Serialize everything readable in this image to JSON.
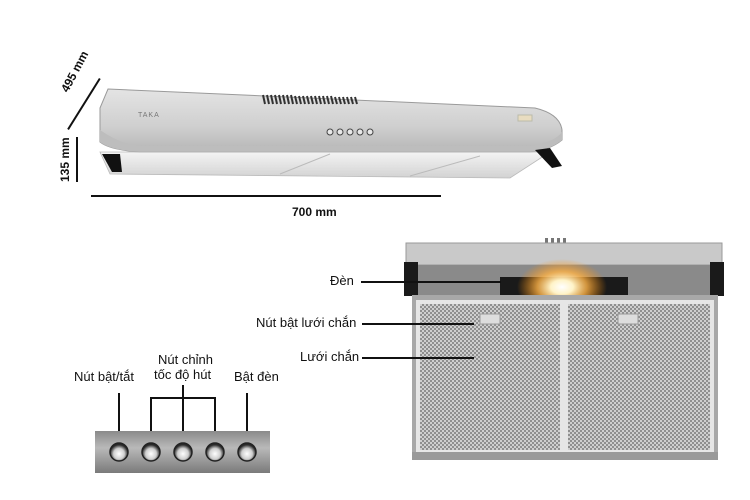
{
  "product": {
    "brand_mark": "TAKA"
  },
  "dimensions": {
    "width": "700 mm",
    "depth": "495 mm",
    "height": "135 mm"
  },
  "front_view_labels": {
    "light": "Đèn",
    "filter_release_button": "Nút bật lưới chắn",
    "filter": "Lưới chắn"
  },
  "control_panel_labels": {
    "power_button": "Nút bật/tắt",
    "speed_buttons_line1": "Nút chỉnh",
    "speed_buttons_line2": "tốc độ hút",
    "light_button": "Bật đèn"
  },
  "colors": {
    "steel_light": "#d9d9d9",
    "steel_dark": "#9a9a9a",
    "light_glow": "#ffb347",
    "text": "#111111"
  }
}
